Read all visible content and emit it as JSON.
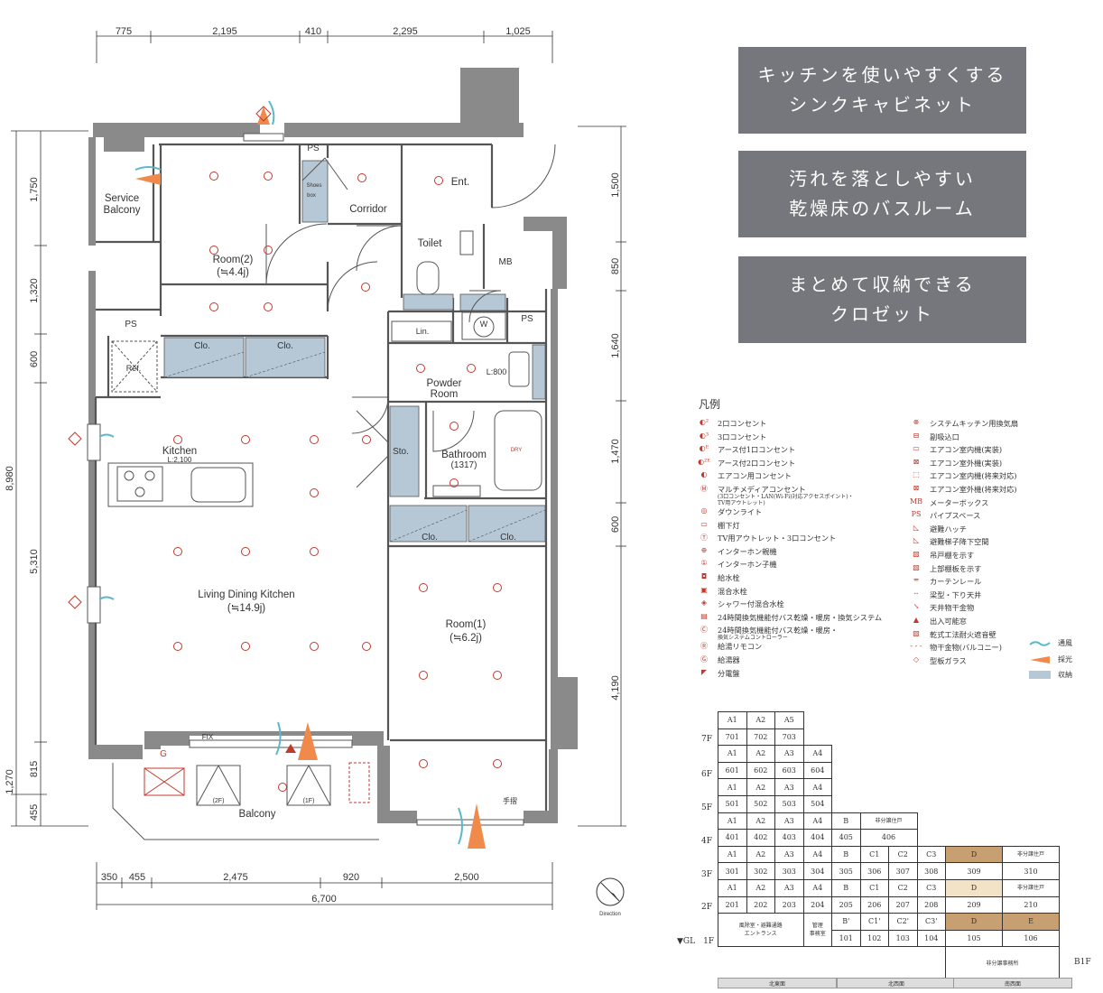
{
  "dims_top": [
    "775",
    "2,195",
    "410",
    "2,295",
    "1,025"
  ],
  "dims_bottom": [
    "350",
    "455",
    "2,475",
    "920",
    "2,500"
  ],
  "dims_total": "6,700",
  "dims_left": [
    "1,750",
    "1,320",
    "600",
    "8,980",
    "5,310",
    "1,270",
    "815",
    "455"
  ],
  "dims_right": [
    "1,500",
    "850",
    "1,640",
    "1,470",
    "600",
    "4,190"
  ],
  "rooms": {
    "service_balcony_1": "Service",
    "service_balcony_2": "Balcony",
    "room2": "Room(2)",
    "room2_size": "(≒4.4j)",
    "ps1": "PS",
    "ps2": "PS",
    "ps3": "PS",
    "shoes_box_1": "Shoes",
    "shoes_box_2": "box",
    "corridor": "Corridor",
    "entrance": "Ent.",
    "toilet": "Toilet",
    "mb": "MB",
    "clo1": "Clo.",
    "clo2": "Clo.",
    "clo3": "Clo.",
    "clo4": "Clo.",
    "ref": "Ref.",
    "lin": "Lin.",
    "w": "W",
    "l800": "L:800",
    "powder_1": "Powder",
    "powder_2": "Room",
    "kitchen": "Kitchen",
    "kitchen_l": "L:2,100",
    "sto": "Sto.",
    "bathroom": "Bathroom",
    "bathroom_size": "(1317)",
    "dry": "DRY",
    "ldk": "Living Dining Kitchen",
    "ldk_size": "(≒14.9j)",
    "room1": "Room(1)",
    "room1_size": "(≒6.2j)",
    "fix": "FIX",
    "g": "G",
    "balcony": "Balcony",
    "hatch_2f": "(2F)",
    "hatch_1f": "(1F)",
    "handrail": "手摺",
    "direction": "Direction"
  },
  "features": [
    [
      "キッチンを使いやすくする",
      "シンクキャビネット"
    ],
    [
      "汚れを落としやすい",
      "乾燥床のバスルーム"
    ],
    [
      "まとめて収納できる",
      "クロゼット"
    ]
  ],
  "legend_title": "凡例",
  "legend_left": [
    {
      "sym": "◐²",
      "text": "2口コンセント"
    },
    {
      "sym": "◐³",
      "text": "3口コンセント"
    },
    {
      "sym": "◐ᴱ",
      "text": "アース付1口コンセント"
    },
    {
      "sym": "◐²ᴱ",
      "text": "アース付2口コンセント"
    },
    {
      "sym": "◐",
      "text": "エアコン用コンセント"
    },
    {
      "sym": "Ⓜ",
      "text": "マルチメディアコンセント",
      "sub1": "(3口コンセント・LAN(Wi-Fi)対応アクセスポイント)・",
      "sub2": "TV用アウトレット)"
    },
    {
      "sym": "◎",
      "text": "ダウンライト"
    },
    {
      "sym": "▭",
      "text": "棚下灯"
    },
    {
      "sym": "Ⓣ",
      "text": "TV用アウトレット・3口コンセント"
    },
    {
      "sym": "⊕",
      "text": "インターホン親機"
    },
    {
      "sym": "①",
      "text": "インターホン子機"
    },
    {
      "sym": "◘",
      "text": "給水栓"
    },
    {
      "sym": "▣",
      "text": "混合水栓"
    },
    {
      "sym": "◈",
      "text": "シャワー付混合水栓"
    },
    {
      "sym": "▤",
      "text": "24時間換気機能付バス乾燥・暖房・換気システム"
    },
    {
      "sym": "Ⓒ",
      "text": "24時間換気機能付バス乾燥・暖房・",
      "sub1": "換気システムコントローラー"
    },
    {
      "sym": "Ⓡ",
      "text": "給湯リモコン"
    },
    {
      "sym": "Ⓖ",
      "text": "給湯器"
    },
    {
      "sym": "◤",
      "text": "分電盤"
    }
  ],
  "legend_right": [
    {
      "sym": "⊗",
      "text": "システムキッチン用換気扇"
    },
    {
      "sym": "⊟",
      "text": "副吸込口"
    },
    {
      "sym": "▭",
      "text": "エアコン室内機(実装)"
    },
    {
      "sym": "⊠",
      "text": "エアコン室外機(実装)"
    },
    {
      "sym": "⬚",
      "text": "エアコン室内機(将来対応)"
    },
    {
      "sym": "⊠",
      "text": "エアコン室外機(将来対応)"
    },
    {
      "sym": "MB",
      "text": "メーターボックス"
    },
    {
      "sym": "PS",
      "text": "パイプスペース"
    },
    {
      "sym": "◺",
      "text": "避難ハッチ"
    },
    {
      "sym": "◺",
      "text": "避難梯子降下空間"
    },
    {
      "sym": "▧",
      "text": "吊戸棚を示す"
    },
    {
      "sym": "▧",
      "text": "上部棚板を示す"
    },
    {
      "sym": "═",
      "text": "カーテンレール"
    },
    {
      "sym": "┄",
      "text": "梁型・下り天井"
    },
    {
      "sym": "↘",
      "text": "天井物干金物"
    },
    {
      "sym": "▲",
      "text": "出入可能窓"
    },
    {
      "sym": "▨",
      "text": "乾式工法耐火遮音壁"
    },
    {
      "sym": "- - -",
      "text": "物干金物(バルコニー)"
    },
    {
      "sym": "◇",
      "text": "型板ガラス"
    }
  ],
  "mini_legend": [
    {
      "text": "通風",
      "color": "#5bb8c9"
    },
    {
      "text": "採光",
      "color": "#f08a4b"
    },
    {
      "text": "収納",
      "color": "#b6c8d6"
    }
  ],
  "colors": {
    "storage": "#b6c8d6",
    "wind": "#5bb8c9",
    "light": "#f08a4b",
    "red_symbol": "#c0392b",
    "wall": "#8a8a8a",
    "feature_box": "#76777c"
  },
  "stack": {
    "floors": [
      "7F",
      "6F",
      "5F",
      "4F",
      "3F",
      "2F",
      "▼GL　1F",
      "B1F"
    ],
    "cells": [
      {
        "t": "A1",
        "r": 0,
        "c": 0,
        "h": 0
      },
      {
        "t": "A2",
        "r": 0,
        "c": 1,
        "h": 0
      },
      {
        "t": "A5",
        "r": 0,
        "c": 2,
        "h": 0
      },
      {
        "t": "701",
        "r": 1,
        "c": 0,
        "h": 0
      },
      {
        "t": "702",
        "r": 1,
        "c": 1,
        "h": 0
      },
      {
        "t": "703",
        "r": 1,
        "c": 2,
        "h": 0
      },
      {
        "t": "A1",
        "r": 2,
        "c": 0,
        "h": 0
      },
      {
        "t": "A2",
        "r": 2,
        "c": 1,
        "h": 0
      },
      {
        "t": "A3",
        "r": 2,
        "c": 2,
        "h": 0
      },
      {
        "t": "A4",
        "r": 2,
        "c": 3,
        "h": 0
      },
      {
        "t": "601",
        "r": 3,
        "c": 0,
        "h": 0
      },
      {
        "t": "602",
        "r": 3,
        "c": 1,
        "h": 0
      },
      {
        "t": "603",
        "r": 3,
        "c": 2,
        "h": 0
      },
      {
        "t": "604",
        "r": 3,
        "c": 3,
        "h": 0
      },
      {
        "t": "A1",
        "r": 4,
        "c": 0,
        "h": 0
      },
      {
        "t": "A2",
        "r": 4,
        "c": 1,
        "h": 0
      },
      {
        "t": "A3",
        "r": 4,
        "c": 2,
        "h": 0
      },
      {
        "t": "A4",
        "r": 4,
        "c": 3,
        "h": 0
      },
      {
        "t": "501",
        "r": 5,
        "c": 0,
        "h": 0
      },
      {
        "t": "502",
        "r": 5,
        "c": 1,
        "h": 0
      },
      {
        "t": "503",
        "r": 5,
        "c": 2,
        "h": 0
      },
      {
        "t": "504",
        "r": 5,
        "c": 3,
        "h": 0
      },
      {
        "t": "A1",
        "r": 6,
        "c": 0,
        "h": 0
      },
      {
        "t": "A2",
        "r": 6,
        "c": 1,
        "h": 0
      },
      {
        "t": "A3",
        "r": 6,
        "c": 2,
        "h": 0
      },
      {
        "t": "A4",
        "r": 6,
        "c": 3,
        "h": 0
      },
      {
        "t": "B",
        "r": 6,
        "c": 4,
        "h": 0
      },
      {
        "t": "非分譲住戸",
        "r": 6,
        "c": 5,
        "w": 2,
        "h": 0
      },
      {
        "t": "401",
        "r": 7,
        "c": 0,
        "h": 0
      },
      {
        "t": "402",
        "r": 7,
        "c": 1,
        "h": 0
      },
      {
        "t": "403",
        "r": 7,
        "c": 2,
        "h": 0
      },
      {
        "t": "404",
        "r": 7,
        "c": 3,
        "h": 0
      },
      {
        "t": "405",
        "r": 7,
        "c": 4,
        "h": 0
      },
      {
        "t": "406",
        "r": 7,
        "c": 5,
        "w": 2,
        "h": 0
      },
      {
        "t": "A1",
        "r": 8,
        "c": 0,
        "h": 0
      },
      {
        "t": "A2",
        "r": 8,
        "c": 1,
        "h": 0
      },
      {
        "t": "A3",
        "r": 8,
        "c": 2,
        "h": 0
      },
      {
        "t": "A4",
        "r": 8,
        "c": 3,
        "h": 0
      },
      {
        "t": "B",
        "r": 8,
        "c": 4,
        "h": 0
      },
      {
        "t": "C1",
        "r": 8,
        "c": 5,
        "h": 0
      },
      {
        "t": "C2",
        "r": 8,
        "c": 6,
        "h": 0
      },
      {
        "t": "C3",
        "r": 8,
        "c": 7,
        "h": 0
      },
      {
        "t": "D",
        "r": 8,
        "c": 8,
        "w": 2,
        "h": 2
      },
      {
        "t": "非分譲住戸",
        "r": 8,
        "c": 10,
        "w": 2,
        "h": 0
      },
      {
        "t": "301",
        "r": 9,
        "c": 0,
        "h": 0
      },
      {
        "t": "302",
        "r": 9,
        "c": 1,
        "h": 0
      },
      {
        "t": "303",
        "r": 9,
        "c": 2,
        "h": 0
      },
      {
        "t": "304",
        "r": 9,
        "c": 3,
        "h": 0
      },
      {
        "t": "305",
        "r": 9,
        "c": 4,
        "h": 0
      },
      {
        "t": "306",
        "r": 9,
        "c": 5,
        "h": 0
      },
      {
        "t": "307",
        "r": 9,
        "c": 6,
        "h": 0
      },
      {
        "t": "308",
        "r": 9,
        "c": 7,
        "h": 0
      },
      {
        "t": "309",
        "r": 9,
        "c": 8,
        "w": 2,
        "h": 0
      },
      {
        "t": "310",
        "r": 9,
        "c": 10,
        "w": 2,
        "h": 0
      },
      {
        "t": "A1",
        "r": 10,
        "c": 0,
        "h": 0
      },
      {
        "t": "A2",
        "r": 10,
        "c": 1,
        "h": 0
      },
      {
        "t": "A3",
        "r": 10,
        "c": 2,
        "h": 0
      },
      {
        "t": "A4",
        "r": 10,
        "c": 3,
        "h": 0
      },
      {
        "t": "B",
        "r": 10,
        "c": 4,
        "h": 0
      },
      {
        "t": "C1",
        "r": 10,
        "c": 5,
        "h": 0
      },
      {
        "t": "C2",
        "r": 10,
        "c": 6,
        "h": 0
      },
      {
        "t": "C3",
        "r": 10,
        "c": 7,
        "h": 0
      },
      {
        "t": "D",
        "r": 10,
        "c": 8,
        "w": 2,
        "h": 1
      },
      {
        "t": "非分譲住戸",
        "r": 10,
        "c": 10,
        "w": 2,
        "h": 0
      },
      {
        "t": "201",
        "r": 11,
        "c": 0,
        "h": 0
      },
      {
        "t": "202",
        "r": 11,
        "c": 1,
        "h": 0
      },
      {
        "t": "203",
        "r": 11,
        "c": 2,
        "h": 0
      },
      {
        "t": "204",
        "r": 11,
        "c": 3,
        "h": 0
      },
      {
        "t": "205",
        "r": 11,
        "c": 4,
        "h": 0
      },
      {
        "t": "206",
        "r": 11,
        "c": 5,
        "h": 0
      },
      {
        "t": "207",
        "r": 11,
        "c": 6,
        "h": 0
      },
      {
        "t": "208",
        "r": 11,
        "c": 7,
        "h": 0
      },
      {
        "t": "209",
        "r": 11,
        "c": 8,
        "w": 2,
        "h": 0
      },
      {
        "t": "210",
        "r": 11,
        "c": 10,
        "w": 2,
        "h": 0
      },
      {
        "t": "風除室・避難通路\nエントランス",
        "r": 12,
        "c": 0,
        "w": 3,
        "rs": 2,
        "h": 0
      },
      {
        "t": "管理\n事務室",
        "r": 12,
        "c": 3,
        "rs": 2,
        "h": 0
      },
      {
        "t": "B'",
        "r": 12,
        "c": 4,
        "h": 0
      },
      {
        "t": "C1'",
        "r": 12,
        "c": 5,
        "h": 0
      },
      {
        "t": "C2'",
        "r": 12,
        "c": 6,
        "h": 0
      },
      {
        "t": "C3'",
        "r": 12,
        "c": 7,
        "h": 0
      },
      {
        "t": "D",
        "r": 12,
        "c": 8,
        "w": 2,
        "h": 2
      },
      {
        "t": "E",
        "r": 12,
        "c": 10,
        "w": 2,
        "h": 2
      },
      {
        "t": "101",
        "r": 13,
        "c": 4,
        "h": 0
      },
      {
        "t": "102",
        "r": 13,
        "c": 5,
        "h": 0
      },
      {
        "t": "103",
        "r": 13,
        "c": 6,
        "h": 0
      },
      {
        "t": "104",
        "r": 13,
        "c": 7,
        "h": 0
      },
      {
        "t": "105",
        "r": 13,
        "c": 8,
        "w": 2,
        "h": 0
      },
      {
        "t": "106",
        "r": 13,
        "c": 10,
        "w": 2,
        "h": 0
      },
      {
        "t": "非分譲事務所",
        "r": 14,
        "c": 8,
        "w": 4,
        "rs": 2,
        "h": 0
      }
    ],
    "bottom_bar": [
      "北東面",
      "北西面",
      "南西面"
    ]
  }
}
